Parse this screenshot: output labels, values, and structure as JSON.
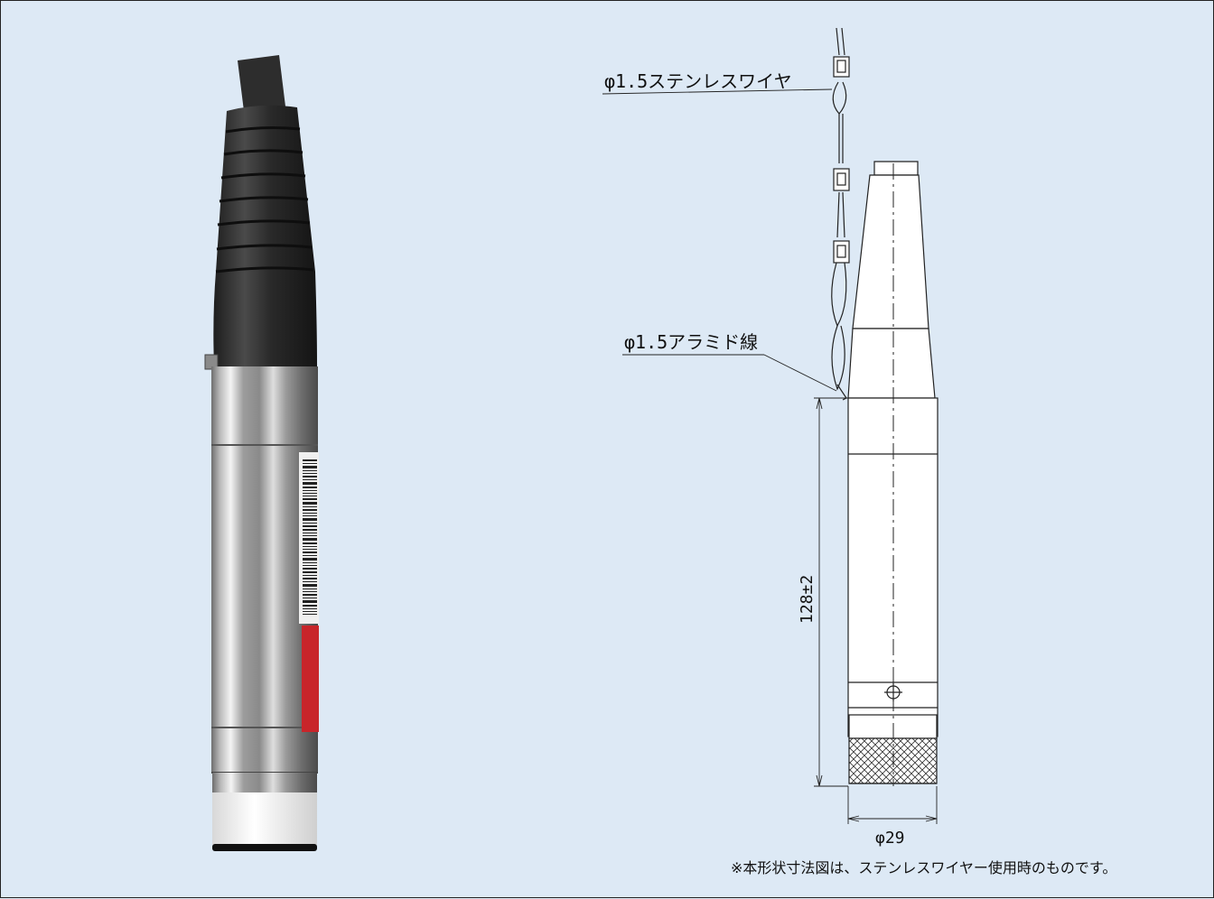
{
  "labels": {
    "wire": "φ1.5ステンレスワイヤ",
    "aramid": "φ1.5アラミド線",
    "length_dim": "128±2",
    "diameter_dim": "φ29"
  },
  "note": "※本形状寸法図は、ステンレスワイヤー使用時のものです。"
}
